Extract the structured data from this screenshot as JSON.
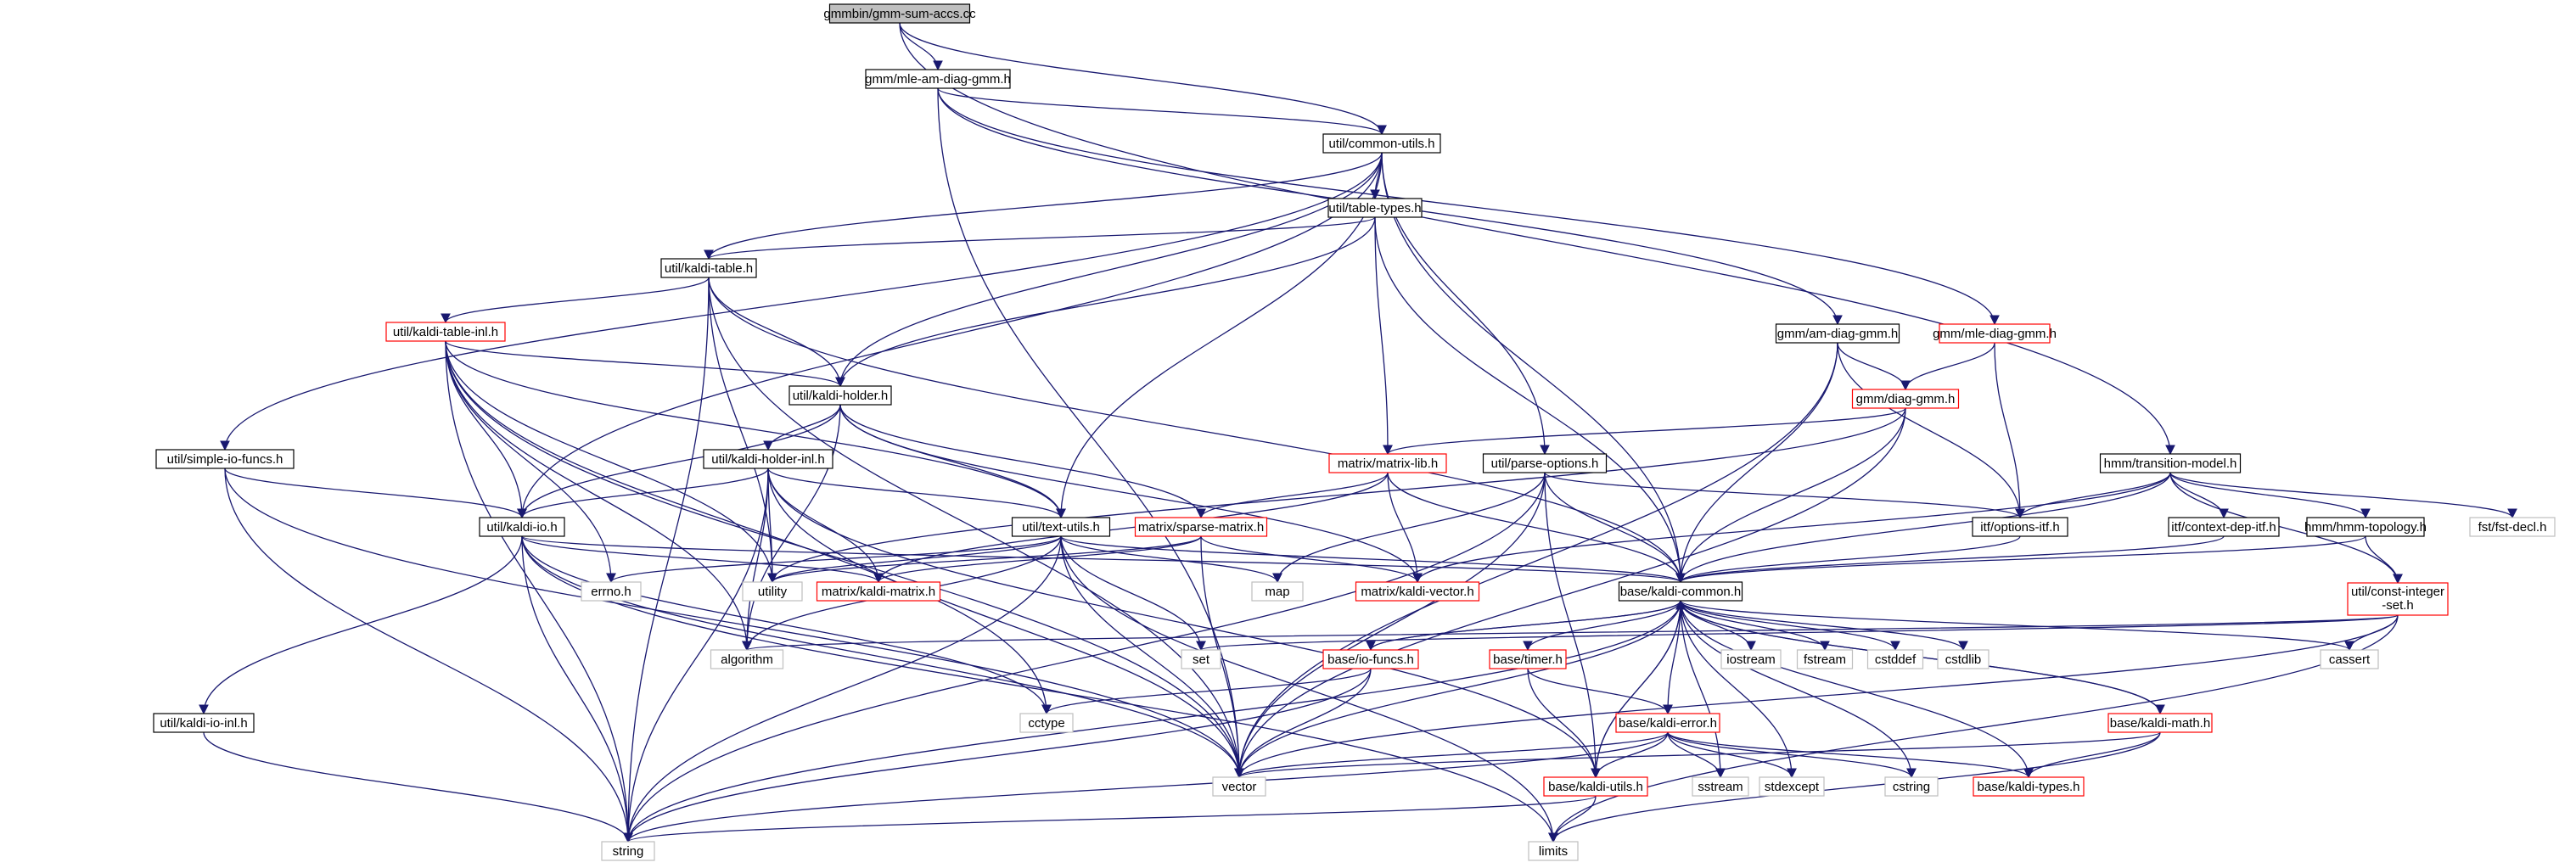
{
  "graph": {
    "colors": {
      "edge": "#191970",
      "border_normal": "#000000",
      "border_incomplete": "#ff0000",
      "border_system": "#bfbfbf",
      "fill_root": "#bfbfbf",
      "fill": "#ffffff"
    },
    "nodes": [
      {
        "id": "root",
        "label": "gmmbin/gmm-sum-accs.cc",
        "kind": "root"
      },
      {
        "id": "mle_am",
        "label": "gmm/mle-am-diag-gmm.h",
        "kind": "normal"
      },
      {
        "id": "common_utils",
        "label": "util/common-utils.h",
        "kind": "normal"
      },
      {
        "id": "table_types",
        "label": "util/table-types.h",
        "kind": "normal"
      },
      {
        "id": "kaldi_table",
        "label": "util/kaldi-table.h",
        "kind": "normal"
      },
      {
        "id": "kaldi_table_inl",
        "label": "util/kaldi-table-inl.h",
        "kind": "incomplete"
      },
      {
        "id": "kaldi_holder",
        "label": "util/kaldi-holder.h",
        "kind": "normal"
      },
      {
        "id": "simple_io",
        "label": "util/simple-io-funcs.h",
        "kind": "normal"
      },
      {
        "id": "kaldi_holder_inl",
        "label": "util/kaldi-holder-inl.h",
        "kind": "normal"
      },
      {
        "id": "kaldi_io",
        "label": "util/kaldi-io.h",
        "kind": "normal"
      },
      {
        "id": "kaldi_io_inl",
        "label": "util/kaldi-io-inl.h",
        "kind": "normal"
      },
      {
        "id": "text_utils",
        "label": "util/text-utils.h",
        "kind": "normal"
      },
      {
        "id": "sparse_matrix",
        "label": "matrix/sparse-matrix.h",
        "kind": "incomplete"
      },
      {
        "id": "matrix_lib",
        "label": "matrix/matrix-lib.h",
        "kind": "incomplete"
      },
      {
        "id": "parse_options",
        "label": "util/parse-options.h",
        "kind": "normal"
      },
      {
        "id": "am_diag",
        "label": "gmm/am-diag-gmm.h",
        "kind": "normal"
      },
      {
        "id": "mle_diag",
        "label": "gmm/mle-diag-gmm.h",
        "kind": "incomplete"
      },
      {
        "id": "diag_gmm",
        "label": "gmm/diag-gmm.h",
        "kind": "incomplete"
      },
      {
        "id": "options_itf",
        "label": "itf/options-itf.h",
        "kind": "normal"
      },
      {
        "id": "transition_model",
        "label": "hmm/transition-model.h",
        "kind": "normal"
      },
      {
        "id": "context_dep",
        "label": "itf/context-dep-itf.h",
        "kind": "normal"
      },
      {
        "id": "hmm_topology",
        "label": "hmm/hmm-topology.h",
        "kind": "normal"
      },
      {
        "id": "fst_decl",
        "label": "fst/fst-decl.h",
        "kind": "system"
      },
      {
        "id": "const_int_set",
        "label": "util/const-integer\n-set.h",
        "kind": "incomplete"
      },
      {
        "id": "kaldi_common",
        "label": "base/kaldi-common.h",
        "kind": "normal"
      },
      {
        "id": "kaldi_vector",
        "label": "matrix/kaldi-vector.h",
        "kind": "incomplete"
      },
      {
        "id": "kaldi_matrix",
        "label": "matrix/kaldi-matrix.h",
        "kind": "incomplete"
      },
      {
        "id": "errno",
        "label": "errno.h",
        "kind": "system"
      },
      {
        "id": "utility",
        "label": "utility",
        "kind": "system"
      },
      {
        "id": "map",
        "label": "map",
        "kind": "system"
      },
      {
        "id": "algorithm",
        "label": "algorithm",
        "kind": "system"
      },
      {
        "id": "set",
        "label": "set",
        "kind": "system"
      },
      {
        "id": "io_funcs",
        "label": "base/io-funcs.h",
        "kind": "incomplete"
      },
      {
        "id": "timer",
        "label": "base/timer.h",
        "kind": "incomplete"
      },
      {
        "id": "iostream",
        "label": "iostream",
        "kind": "system"
      },
      {
        "id": "fstream",
        "label": "fstream",
        "kind": "system"
      },
      {
        "id": "cstddef",
        "label": "cstddef",
        "kind": "system"
      },
      {
        "id": "cstdlib",
        "label": "cstdlib",
        "kind": "system"
      },
      {
        "id": "cassert",
        "label": "cassert",
        "kind": "system"
      },
      {
        "id": "cctype",
        "label": "cctype",
        "kind": "system"
      },
      {
        "id": "kaldi_error",
        "label": "base/kaldi-error.h",
        "kind": "incomplete"
      },
      {
        "id": "kaldi_math",
        "label": "base/kaldi-math.h",
        "kind": "incomplete"
      },
      {
        "id": "vector",
        "label": "vector",
        "kind": "system"
      },
      {
        "id": "sstream",
        "label": "sstream",
        "kind": "system"
      },
      {
        "id": "stdexcept",
        "label": "stdexcept",
        "kind": "system"
      },
      {
        "id": "cstring",
        "label": "cstring",
        "kind": "system"
      },
      {
        "id": "kaldi_types",
        "label": "base/kaldi-types.h",
        "kind": "incomplete"
      },
      {
        "id": "kaldi_utils",
        "label": "base/kaldi-utils.h",
        "kind": "incomplete"
      },
      {
        "id": "string",
        "label": "string",
        "kind": "system"
      },
      {
        "id": "limits",
        "label": "limits",
        "kind": "system"
      }
    ],
    "edges": [
      [
        "root",
        "mle_am"
      ],
      [
        "root",
        "common_utils"
      ],
      [
        "root",
        "transition_model"
      ],
      [
        "mle_am",
        "common_utils"
      ],
      [
        "mle_am",
        "am_diag"
      ],
      [
        "mle_am",
        "mle_diag"
      ],
      [
        "mle_am",
        "vector"
      ],
      [
        "common_utils",
        "table_types"
      ],
      [
        "common_utils",
        "kaldi_table"
      ],
      [
        "common_utils",
        "kaldi_holder"
      ],
      [
        "common_utils",
        "simple_io"
      ],
      [
        "common_utils",
        "kaldi_io"
      ],
      [
        "common_utils",
        "text_utils"
      ],
      [
        "common_utils",
        "parse_options"
      ],
      [
        "common_utils",
        "kaldi_common"
      ],
      [
        "table_types",
        "kaldi_table"
      ],
      [
        "table_types",
        "kaldi_holder"
      ],
      [
        "table_types",
        "matrix_lib"
      ],
      [
        "table_types",
        "kaldi_common"
      ],
      [
        "kaldi_table",
        "kaldi_table_inl"
      ],
      [
        "kaldi_table",
        "kaldi_holder"
      ],
      [
        "kaldi_table",
        "utility"
      ],
      [
        "kaldi_table",
        "string"
      ],
      [
        "kaldi_table",
        "vector"
      ],
      [
        "kaldi_table",
        "kaldi_common"
      ],
      [
        "kaldi_table_inl",
        "kaldi_holder"
      ],
      [
        "kaldi_table_inl",
        "kaldi_io"
      ],
      [
        "kaldi_table_inl",
        "text_utils"
      ],
      [
        "kaldi_table_inl",
        "utility"
      ],
      [
        "kaldi_table_inl",
        "algorithm"
      ],
      [
        "kaldi_table_inl",
        "errno"
      ],
      [
        "kaldi_table_inl",
        "string"
      ],
      [
        "kaldi_table_inl",
        "vector"
      ],
      [
        "kaldi_table_inl",
        "cctype"
      ],
      [
        "kaldi_holder",
        "kaldi_holder_inl"
      ],
      [
        "kaldi_holder",
        "kaldi_io"
      ],
      [
        "kaldi_holder",
        "text_utils"
      ],
      [
        "kaldi_holder",
        "sparse_matrix"
      ],
      [
        "kaldi_holder",
        "kaldi_vector"
      ],
      [
        "kaldi_holder",
        "algorithm"
      ],
      [
        "simple_io",
        "kaldi_io"
      ],
      [
        "simple_io",
        "string"
      ],
      [
        "simple_io",
        "vector"
      ],
      [
        "kaldi_holder_inl",
        "kaldi_io"
      ],
      [
        "kaldi_holder_inl",
        "text_utils"
      ],
      [
        "kaldi_holder_inl",
        "kaldi_matrix"
      ],
      [
        "kaldi_holder_inl",
        "utility"
      ],
      [
        "kaldi_holder_inl",
        "algorithm"
      ],
      [
        "kaldi_holder_inl",
        "string"
      ],
      [
        "kaldi_holder_inl",
        "vector"
      ],
      [
        "kaldi_holder_inl",
        "kaldi_utils"
      ],
      [
        "kaldi_io",
        "kaldi_io_inl"
      ],
      [
        "kaldi_io",
        "kaldi_common"
      ],
      [
        "kaldi_io",
        "kaldi_matrix"
      ],
      [
        "kaldi_io",
        "string"
      ],
      [
        "kaldi_io",
        "vector"
      ],
      [
        "kaldi_io",
        "limits"
      ],
      [
        "kaldi_io",
        "cctype"
      ],
      [
        "kaldi_io_inl",
        "string"
      ],
      [
        "text_utils",
        "kaldi_common"
      ],
      [
        "text_utils",
        "errno"
      ],
      [
        "text_utils",
        "utility"
      ],
      [
        "text_utils",
        "map"
      ],
      [
        "text_utils",
        "algorithm"
      ],
      [
        "text_utils",
        "set"
      ],
      [
        "text_utils",
        "string"
      ],
      [
        "text_utils",
        "vector"
      ],
      [
        "text_utils",
        "limits"
      ],
      [
        "sparse_matrix",
        "kaldi_matrix"
      ],
      [
        "sparse_matrix",
        "kaldi_vector"
      ],
      [
        "sparse_matrix",
        "utility"
      ],
      [
        "sparse_matrix",
        "vector"
      ],
      [
        "matrix_lib",
        "sparse_matrix"
      ],
      [
        "matrix_lib",
        "kaldi_vector"
      ],
      [
        "matrix_lib",
        "kaldi_matrix"
      ],
      [
        "matrix_lib",
        "kaldi_common"
      ],
      [
        "parse_options",
        "options_itf"
      ],
      [
        "parse_options",
        "kaldi_common"
      ],
      [
        "parse_options",
        "map"
      ],
      [
        "parse_options",
        "string"
      ],
      [
        "parse_options",
        "vector"
      ],
      [
        "parse_options",
        "kaldi_utils"
      ],
      [
        "am_diag",
        "diag_gmm"
      ],
      [
        "am_diag",
        "options_itf"
      ],
      [
        "am_diag",
        "kaldi_common"
      ],
      [
        "am_diag",
        "vector"
      ],
      [
        "mle_diag",
        "diag_gmm"
      ],
      [
        "mle_diag",
        "options_itf"
      ],
      [
        "diag_gmm",
        "matrix_lib"
      ],
      [
        "diag_gmm",
        "kaldi_common"
      ],
      [
        "diag_gmm",
        "utility"
      ],
      [
        "diag_gmm",
        "vector"
      ],
      [
        "options_itf",
        "kaldi_common"
      ],
      [
        "transition_model",
        "options_itf"
      ],
      [
        "transition_model",
        "context_dep"
      ],
      [
        "transition_model",
        "hmm_topology"
      ],
      [
        "transition_model",
        "fst_decl"
      ],
      [
        "transition_model",
        "const_int_set"
      ],
      [
        "transition_model",
        "kaldi_common"
      ],
      [
        "transition_model",
        "kaldi_vector"
      ],
      [
        "context_dep",
        "kaldi_common"
      ],
      [
        "hmm_topology",
        "kaldi_common"
      ],
      [
        "hmm_topology",
        "const_int_set"
      ],
      [
        "const_int_set",
        "set"
      ],
      [
        "const_int_set",
        "algorithm"
      ],
      [
        "const_int_set",
        "cassert"
      ],
      [
        "const_int_set",
        "vector"
      ],
      [
        "const_int_set",
        "limits"
      ],
      [
        "kaldi_common",
        "io_funcs"
      ],
      [
        "kaldi_common",
        "timer"
      ],
      [
        "kaldi_common",
        "kaldi_error"
      ],
      [
        "kaldi_common",
        "kaldi_math"
      ],
      [
        "kaldi_common",
        "kaldi_types"
      ],
      [
        "kaldi_common",
        "kaldi_utils"
      ],
      [
        "kaldi_common",
        "iostream"
      ],
      [
        "kaldi_common",
        "fstream"
      ],
      [
        "kaldi_common",
        "cstddef"
      ],
      [
        "kaldi_common",
        "cstdlib"
      ],
      [
        "kaldi_common",
        "cassert"
      ],
      [
        "kaldi_common",
        "sstream"
      ],
      [
        "kaldi_common",
        "stdexcept"
      ],
      [
        "kaldi_common",
        "cstring"
      ],
      [
        "kaldi_common",
        "string"
      ],
      [
        "kaldi_common",
        "vector"
      ],
      [
        "io_funcs",
        "kaldi_common"
      ],
      [
        "io_funcs",
        "cctype"
      ],
      [
        "io_funcs",
        "vector"
      ],
      [
        "io_funcs",
        "string"
      ],
      [
        "timer",
        "kaldi_error"
      ],
      [
        "timer",
        "kaldi_utils"
      ],
      [
        "kaldi_error",
        "kaldi_types"
      ],
      [
        "kaldi_error",
        "kaldi_utils"
      ],
      [
        "kaldi_error",
        "vector"
      ],
      [
        "kaldi_error",
        "sstream"
      ],
      [
        "kaldi_error",
        "stdexcept"
      ],
      [
        "kaldi_error",
        "cstring"
      ],
      [
        "kaldi_error",
        "string"
      ],
      [
        "kaldi_math",
        "kaldi_common"
      ],
      [
        "kaldi_math",
        "kaldi_types"
      ],
      [
        "kaldi_math",
        "vector"
      ],
      [
        "kaldi_math",
        "limits"
      ],
      [
        "kaldi_utils",
        "string"
      ],
      [
        "kaldi_utils",
        "limits"
      ],
      [
        "kaldi_utils",
        "kaldi_common"
      ]
    ]
  }
}
